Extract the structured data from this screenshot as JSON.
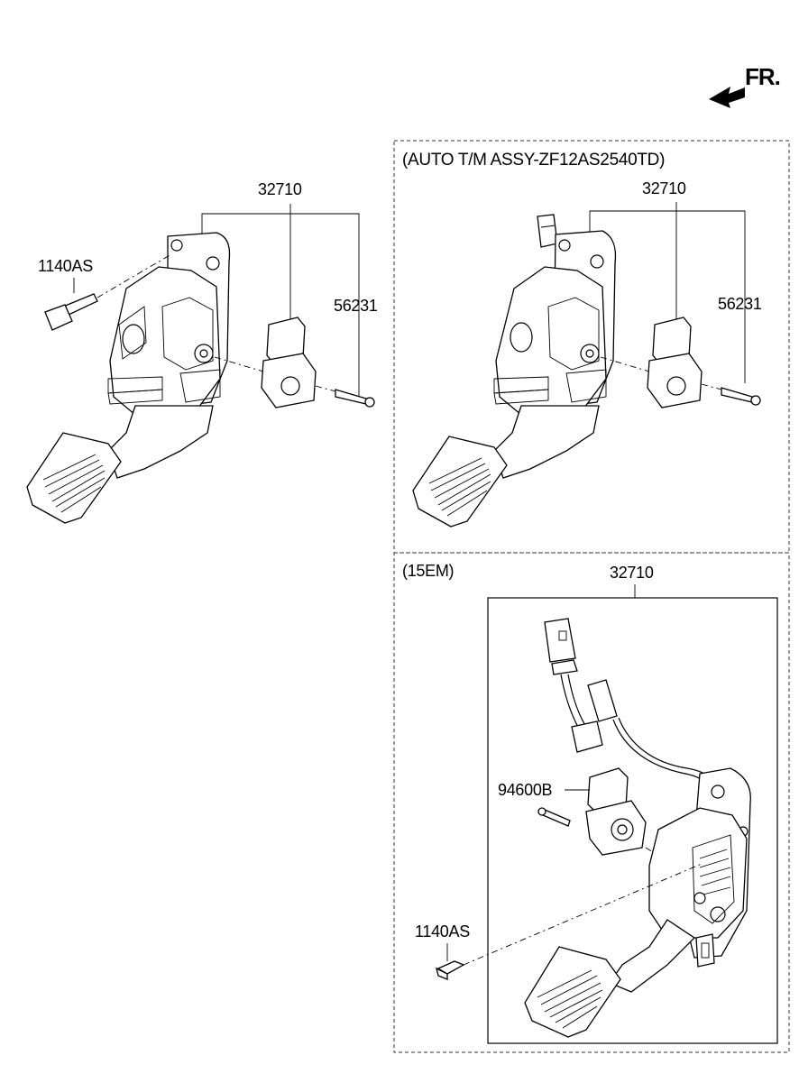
{
  "header": {
    "direction_label": "FR.",
    "arrow_icon": "front-direction-arrow-icon"
  },
  "left_assembly": {
    "part_assembly": "32710",
    "part_bolt": "1140AS",
    "part_screw": "56231"
  },
  "auto_tm_section": {
    "title": "(AUTO T/M ASSY-ZF12AS2540TD)",
    "part_assembly": "32710",
    "part_screw": "56231"
  },
  "em_section": {
    "title": "(15EM)",
    "part_assembly": "32710",
    "part_sensor": "94600B",
    "part_bolt": "1140AS"
  }
}
